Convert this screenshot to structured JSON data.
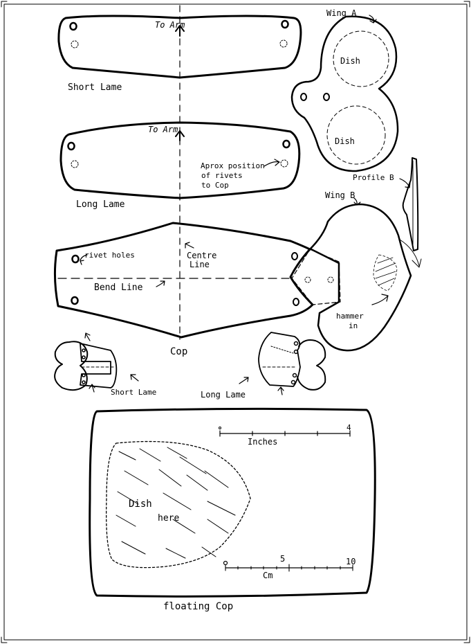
{
  "labels": {
    "wing_a": "Wing A",
    "dish_upper": "Dish",
    "dish_lower": "Dish",
    "to_arm_short": "To Arm",
    "short_lame": "Short Lame",
    "to_arm_long": "To Arm",
    "approx_rivets_1": "Aprox position",
    "approx_rivets_2": "of rivets",
    "approx_rivets_3": "to Cop",
    "long_lame": "Long Lame",
    "profile_b": "Profile B",
    "wing_b": "Wing B",
    "rivet_holes": "rivet holes",
    "centre_line_1": "Centre",
    "centre_line_2": "Line",
    "bend_line": "Bend Line",
    "hammer_in_1": "hammer",
    "hammer_in_2": "in",
    "cop": "Cop",
    "short_lame_small": "Short Lame",
    "long_lame_small": "Long Lame",
    "inches": "Inches",
    "inches_end": "4",
    "cm": "Cm",
    "cm_mid": "5",
    "cm_end": "10",
    "dish_here_1": "Dish",
    "dish_here_2": "here",
    "floating_cop": "floating Cop"
  }
}
